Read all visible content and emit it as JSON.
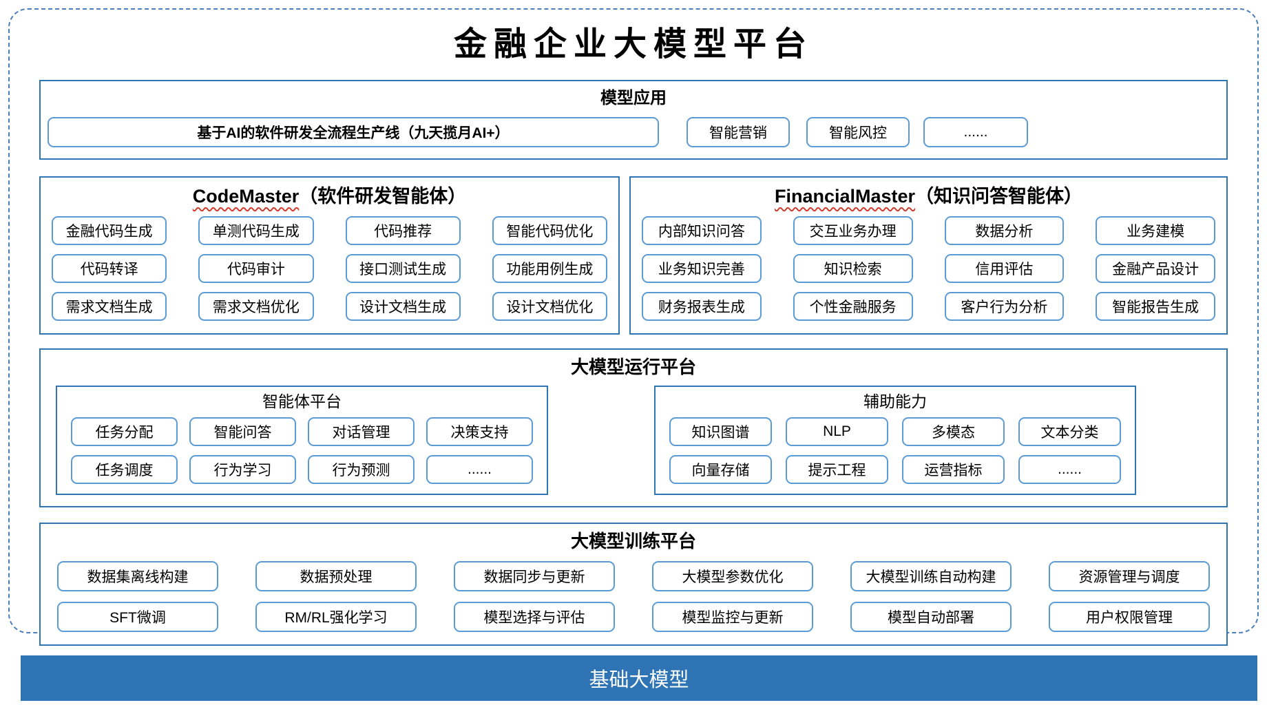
{
  "title": "金融企业大模型平台",
  "colors": {
    "section_border": "#2e75b6",
    "pill_border": "#5b9bd5",
    "outer_dashed_border": "#4a7ebb",
    "base_bar_bg": "#2e74b5",
    "base_bar_text": "#ffffff",
    "squiggle_red": "#d43b2a"
  },
  "sections": {
    "model_app": {
      "header": "模型应用",
      "main_item": "基于AI的软件研发全流程生产线（九天揽月AI+）",
      "items": [
        "智能营销",
        "智能风控",
        "......"
      ]
    },
    "code_master": {
      "title_en": "CodeMaster",
      "title_zh": "（软件研发智能体）",
      "items": [
        "金融代码生成",
        "单测代码生成",
        "代码推荐",
        "智能代码优化",
        "代码转译",
        "代码审计",
        "接口测试生成",
        "功能用例生成",
        "需求文档生成",
        "需求文档优化",
        "设计文档生成",
        "设计文档优化"
      ]
    },
    "financial_master": {
      "title_en": "FinancialMaster",
      "title_zh": "（知识问答智能体）",
      "items": [
        "内部知识问答",
        "交互业务办理",
        "数据分析",
        "业务建模",
        "业务知识完善",
        "知识检索",
        "信用评估",
        "金融产品设计",
        "财务报表生成",
        "个性金融服务",
        "客户行为分析",
        "智能报告生成"
      ]
    },
    "runtime": {
      "header": "大模型运行平台",
      "agent_platform": {
        "header": "智能体平台",
        "items": [
          "任务分配",
          "智能问答",
          "对话管理",
          "决策支持",
          "任务调度",
          "行为学习",
          "行为预测",
          "......"
        ]
      },
      "aux": {
        "header": "辅助能力",
        "items": [
          "知识图谱",
          "NLP",
          "多模态",
          "文本分类",
          "向量存储",
          "提示工程",
          "运营指标",
          "......"
        ]
      }
    },
    "training": {
      "header": "大模型训练平台",
      "items": [
        "数据集离线构建",
        "数据预处理",
        "数据同步与更新",
        "大模型参数优化",
        "大模型训练自动构建",
        "资源管理与调度",
        "SFT微调",
        "RM/RL强化学习",
        "模型选择与评估",
        "模型监控与更新",
        "模型自动部署",
        "用户权限管理"
      ]
    },
    "base": {
      "label": "基础大模型"
    }
  }
}
